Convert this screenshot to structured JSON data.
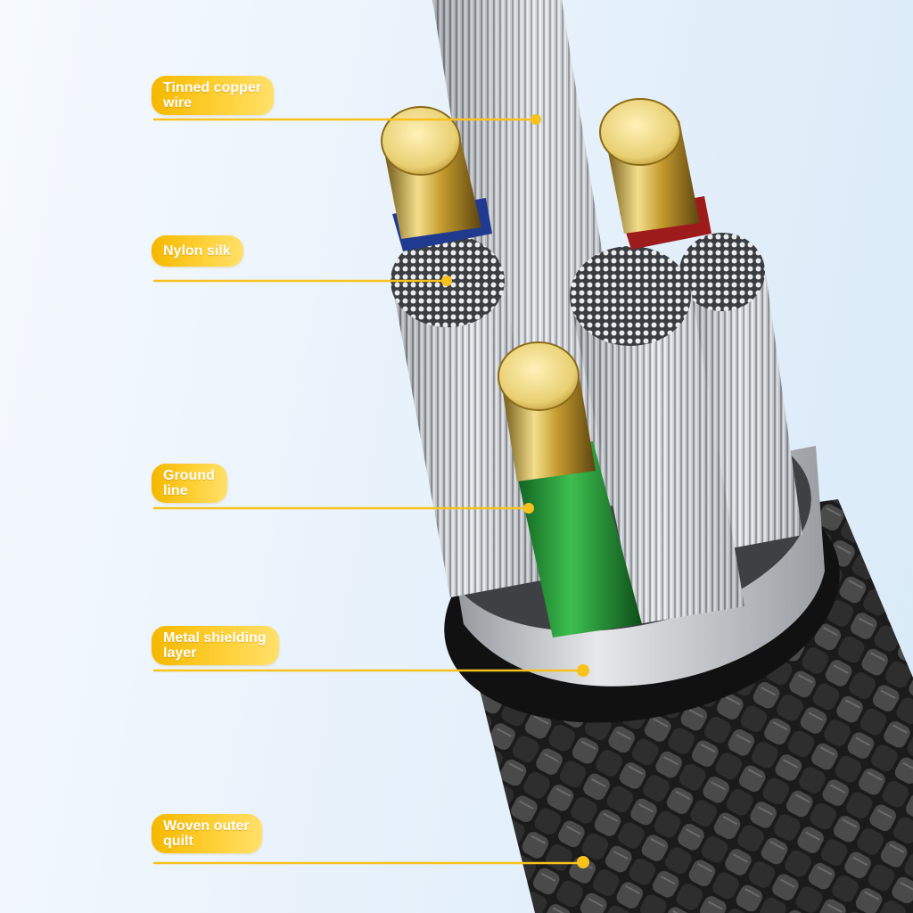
{
  "colors": {
    "accent": "#f7c21c",
    "background": "#e8f2fb",
    "braid": "#2a2a2a",
    "ring": "#cfcfcf",
    "gold": "#c9a640",
    "green_insulation": "#1f8f2e",
    "blue_insulation": "#1f3a8f",
    "red_insulation": "#9e1b1b"
  },
  "callouts": [
    {
      "id": "tinned-copper-wire",
      "label": "Tinned copper\nwire"
    },
    {
      "id": "nylon-silk",
      "label": "Nylon silk"
    },
    {
      "id": "ground-line",
      "label": "Ground\nline"
    },
    {
      "id": "metal-shielding-layer",
      "label": "Metal shielding\nlayer"
    },
    {
      "id": "woven-outer-quilt",
      "label": "Woven outer\nquilt"
    }
  ]
}
